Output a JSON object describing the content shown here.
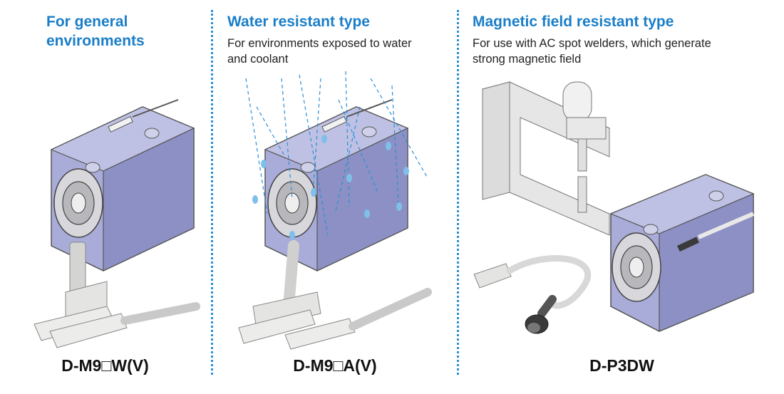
{
  "columns": [
    {
      "title": "For general\nenvironments",
      "description": "",
      "model": "D-M9□W(V)"
    },
    {
      "title": "Water resistant type",
      "description": "For environments exposed to water\nand coolant",
      "model": "D-M9□A(V)"
    },
    {
      "title": "Magnetic field resistant type",
      "description": "For use with AC spot welders, which generate\nstrong magnetic field",
      "model": "D-P3DW"
    }
  ],
  "colors": {
    "accent": "#1a7ec8",
    "cylinder": "#a9acd8",
    "cylinder_dark": "#7d80b8",
    "sensor": "#e4e4e2",
    "water": "#7fc0ea"
  },
  "icons": [
    "compact-cylinder-illustration",
    "auto-switch-sensor-illustration",
    "water-drops-illustration",
    "spot-welder-frame-illustration",
    "connector-cable-illustration"
  ]
}
